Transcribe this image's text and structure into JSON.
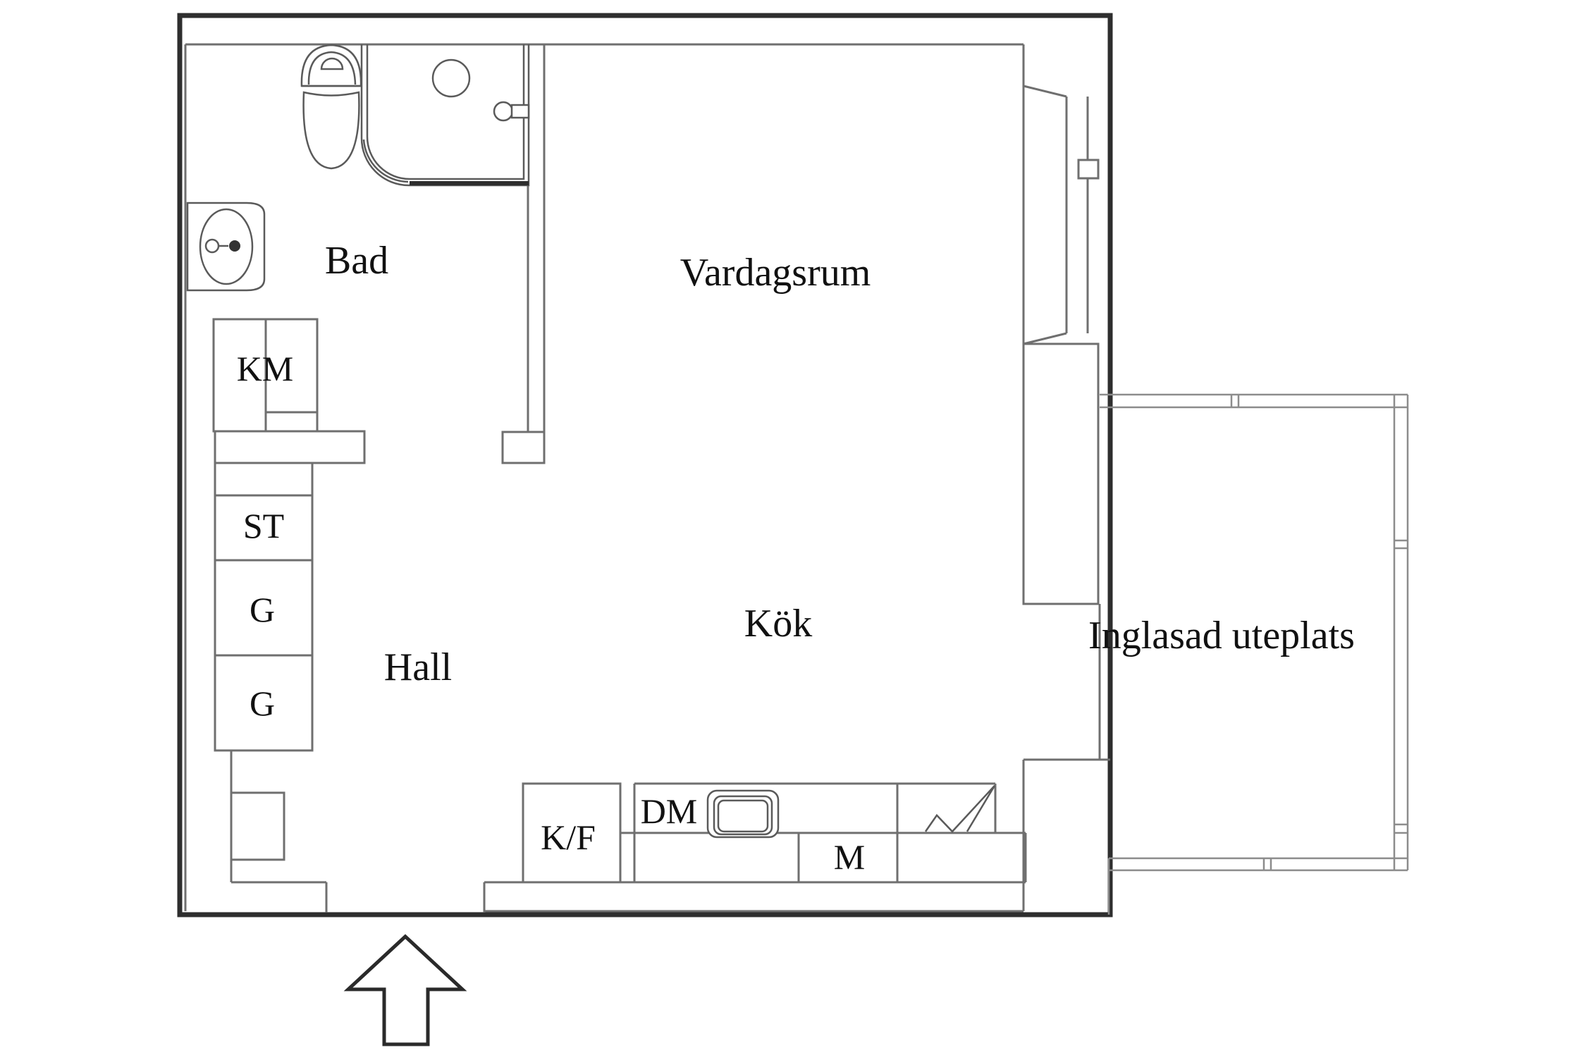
{
  "document": {
    "type": "apartment-floor-plan",
    "background_color": "#ffffff",
    "wall_color_dark": "#2e2e2e",
    "wall_color_light": "#6f6f6f",
    "text_color": "#111111"
  },
  "rooms": {
    "bad": {
      "label": "Bad"
    },
    "vardagsrum": {
      "label": "Vardagsrum"
    },
    "hall": {
      "label": "Hall"
    },
    "kok": {
      "label": "Kök"
    },
    "uteplats": {
      "label": "Inglasad uteplats"
    }
  },
  "units": {
    "km": {
      "label": "KM"
    },
    "st": {
      "label": "ST"
    },
    "g_upper": {
      "label": "G"
    },
    "g_lower": {
      "label": "G"
    },
    "kf": {
      "label": "K/F"
    },
    "dm": {
      "label": "DM"
    },
    "m": {
      "label": "M"
    }
  },
  "icons": {
    "toilet": "toilet-icon",
    "shower": "shower-icon",
    "bathroom_sink": "sink-icon",
    "kitchen_sink": "kitchen-sink-icon",
    "stove": "stove-icon",
    "entrance_arrow": "entrance-arrow-icon"
  }
}
